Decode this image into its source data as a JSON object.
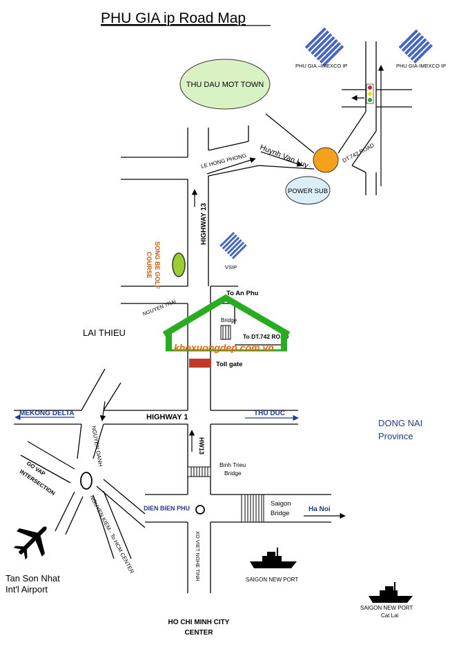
{
  "title": "PHU GIA ip  Road Map",
  "colors": {
    "road": "#000000",
    "blue_label": "#1f3a93",
    "orange_label": "#cc5500",
    "town_fill": "#d8f2c4",
    "power_fill": "#d9eef5",
    "roundabout_fill": "#f5a01a",
    "golf_fill": "#9acd32",
    "toll_fill": "#c0392b",
    "watermark_green": "#27ae1f",
    "watermark_orange": "#e8640c",
    "logo_blue": "#4466cc"
  },
  "labels": {
    "thu_dau_mot": "THU DAU MOT TOWN",
    "phu_gia_1": "PHU GIA –IMEXCO IP",
    "phu_gia_2": "PHU GIA-IMEXCO IP",
    "huynh_van_luy": "Huynh Van Luy",
    "le_hong_phong": "LE HONG PHONG",
    "dt742_road": "DT.742 ROAD",
    "power_sub": "POWER SUB",
    "highway13_top": "HIGHWAY 13",
    "song_be_golf": "SONG BE GOLF",
    "course": "COURSE",
    "vsip": "VSIP",
    "nguyen_trai": "NGUYEN TRAI",
    "to_an_phu": "To An Phu",
    "bridge": "Bridge",
    "to_dt742": "To DT.742 ROAD",
    "lai_thieu": "LAI THIEU",
    "toll_gate": "Toll gate",
    "mekong_delta": "MEKONG DELTA",
    "highway1": "HIGHWAY 1",
    "thu_duc": "THU DUC",
    "dong_nai": "DONG NAI",
    "province": "Province",
    "nguyen_oanh": "NGUYEN OANH",
    "hw13_bottom": "HW13",
    "govap": "GO VAP",
    "intersection": "INTERSECTION",
    "binh_trieu_1": "Binh Trieu",
    "binh_trieu_2": "Bridge",
    "nguyen_kiem": "NGUYEN KIEM - To HCM CENTER",
    "dien_bien_phu": "DIEN BIEN PHU",
    "saigon_bridge_1": "Saigon",
    "saigon_bridge_2": "Bridge",
    "ha_noi": "Ha Noi",
    "xo_viet_nghe_tinh": "XO VIET NGHE TINH",
    "tan_son_nhat_1": "Tan Son Nhat",
    "tan_son_nhat_2": "Int'l Airport",
    "saigon_new_port": "SAIGON NEW PORT",
    "saigon_new_port_2": "SAIGON NEW PORT",
    "cat_lai": "Cat Lai",
    "hcm_center_1": "HO CHI MINH CITY",
    "hcm_center_2": "CENTER"
  },
  "watermark": {
    "site": "khoxuongdep.com.vn"
  }
}
